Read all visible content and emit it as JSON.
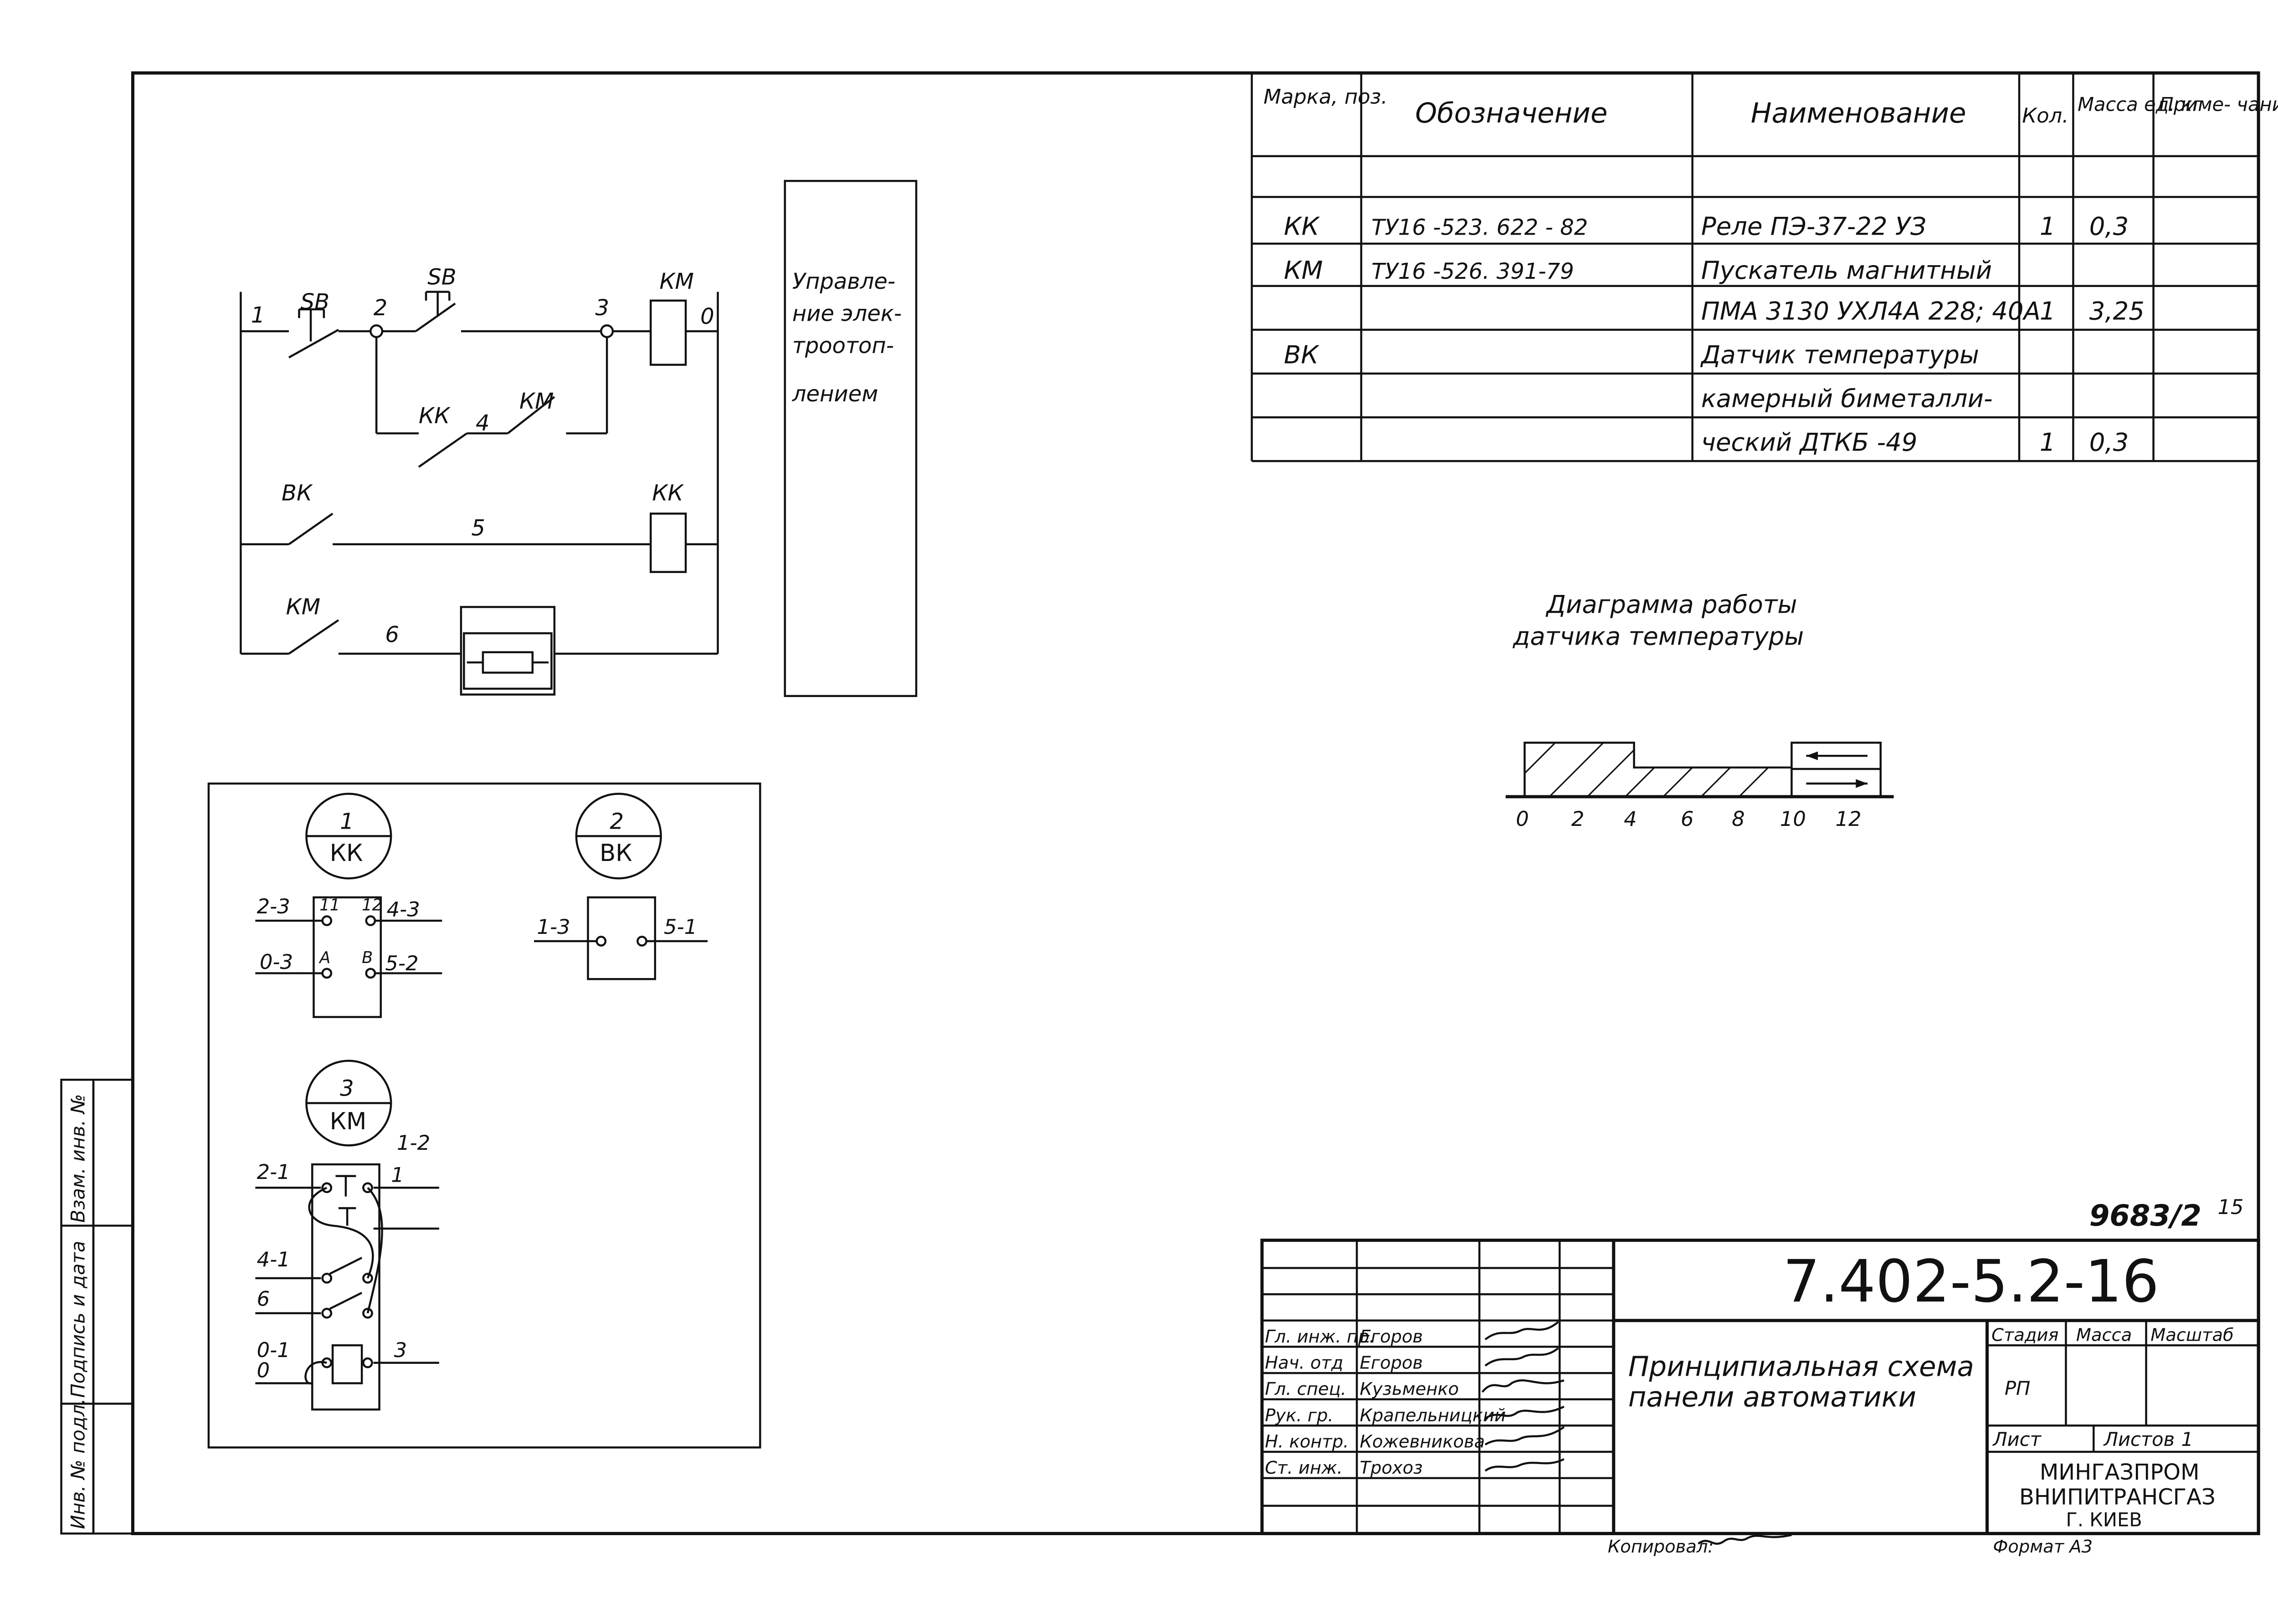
{
  "spec_table": {
    "headers": [
      "Марка, поз.",
      "Обозначение",
      "Наименование",
      "Кол.",
      "Масса ед. кг",
      "Приме- чание"
    ],
    "rows": [
      [
        "КК",
        "ТУ16 -523. 622 - 82",
        "Реле ПЭ-37-22 УЗ",
        "1",
        "0,3",
        ""
      ],
      [
        "КМ",
        "ТУ16 -526. 391-79",
        "Пускатель магнитный",
        "",
        "",
        ""
      ],
      [
        "",
        "",
        "ПМА 3130 УХЛ4А 228; 40А",
        "1",
        "3,25",
        ""
      ],
      [
        "ВК",
        "",
        "Датчик температуры",
        "",
        "",
        ""
      ],
      [
        "",
        "",
        "камерный биметалли-",
        "",
        "",
        ""
      ],
      [
        "",
        "",
        "ческий ДТКБ -49",
        "1",
        "0,3",
        ""
      ]
    ]
  },
  "schematic": {
    "labels": {
      "n1": "1",
      "sb1": "SB",
      "n2": "2",
      "sb2": "SB",
      "n3": "3",
      "km_coil": "КМ",
      "n0": "0",
      "kk": "КК",
      "n4": "4",
      "km_contact": "КМ",
      "bk": "ВК",
      "n5": "5",
      "kk_coil": "КК",
      "km2": "КМ",
      "n6": "6"
    },
    "function_note": [
      "Управле-",
      "ние элек-",
      "троотоп-",
      "лением"
    ]
  },
  "diagram": {
    "title": [
      "Диаграмма работы",
      "датчика температуры"
    ],
    "ticks": [
      "0",
      "2",
      "4",
      "6",
      "8",
      "10",
      "12"
    ]
  },
  "connections": {
    "d1": {
      "num": "1",
      "name": "КК",
      "l1": "2-3",
      "l2": "0-3",
      "t11": "11",
      "t12": "12",
      "tA": "А",
      "tB": "В",
      "r1": "4-3",
      "r2": "5-2"
    },
    "d2": {
      "num": "2",
      "name": "ВК",
      "l": "1-3",
      "r": "5-1"
    },
    "d3": {
      "num": "3",
      "name": "КМ",
      "l1": "2-1",
      "l2": "4-1",
      "l3": "6",
      "l4": "0-1",
      "l5": "0",
      "r1": "1-2",
      "r2": "1",
      "r3": "3"
    }
  },
  "side_stamp": [
    "Инв. № подл.",
    "Подпись и дата",
    "Взам. инв. №"
  ],
  "title_block": {
    "sheet_ref": "9683/2",
    "page_mark": "15",
    "doc_code": "7.402-5.2-16",
    "roles": [
      "Гл. инж. пр.",
      "Нач. отд",
      "Гл. спец.",
      "Рук. гр.",
      "Н. контр.",
      "Ст. инж."
    ],
    "names": [
      "Егоров",
      "Егоров",
      "Кузьменко",
      "Крапельницкий",
      "Кожевникова",
      "Трохоз"
    ],
    "title": [
      "Принципиальная схема",
      "панели автоматики"
    ],
    "stage_label": "Стадия",
    "mass_label": "Масса",
    "scale_label": "Масштаб",
    "stage": "РП",
    "sheet_label": "Лист",
    "sheets_label": "Листов",
    "sheets": "1",
    "org": [
      "МИНГАЗПРОМ",
      "ВНИПИТРАНСГАЗ",
      "Г. КИЕВ"
    ],
    "copied_label": "Копировал:",
    "format_label": "Формат А3"
  }
}
